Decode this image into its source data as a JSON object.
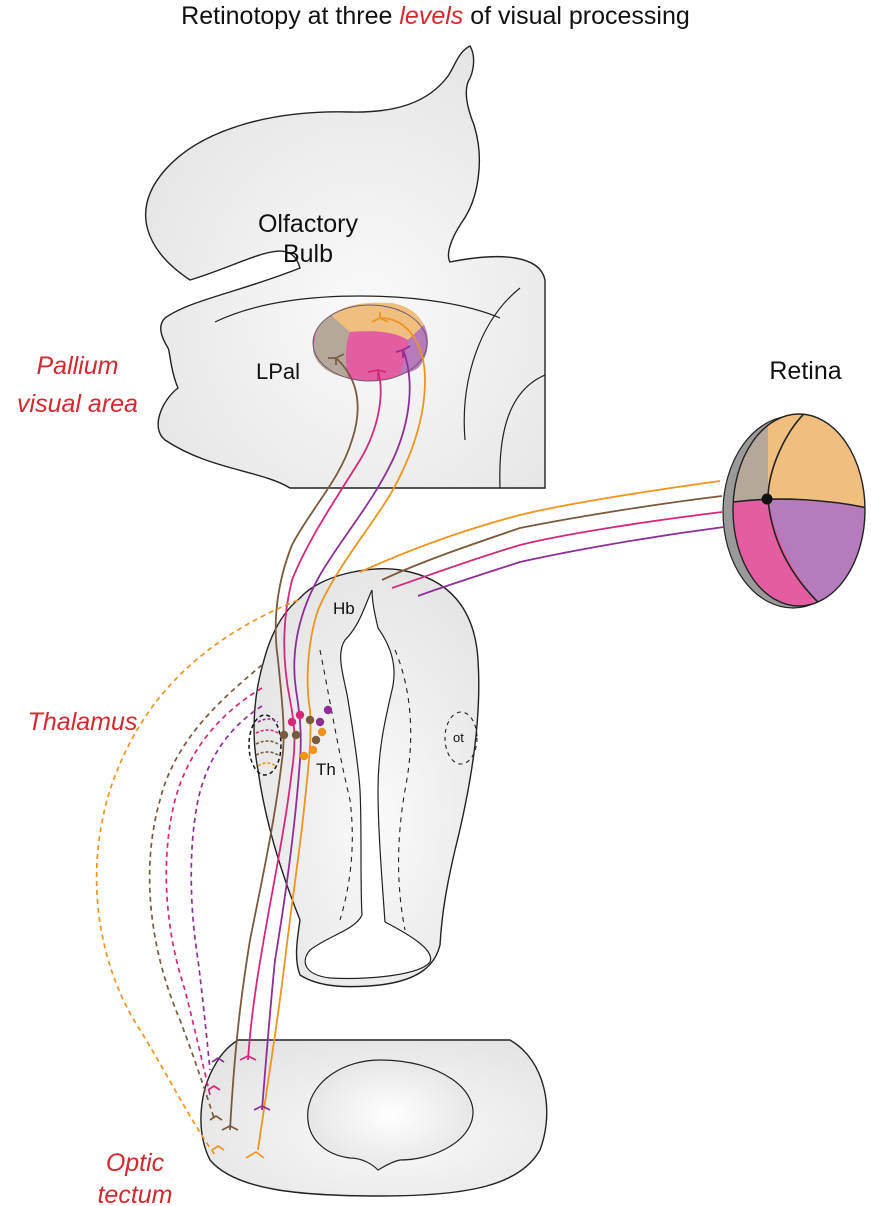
{
  "title": {
    "before": "Retinotopy at three ",
    "emphasis": "levels",
    "after": " of visual processing"
  },
  "regions": {
    "pallium_line1": "Pallium",
    "pallium_line2": "visual area",
    "thalamus": "Thalamus",
    "tectum_line1": "Optic",
    "tectum_line2": "tectum"
  },
  "labels": {
    "olfactory_line1": "Olfactory",
    "olfactory_line2": "Bulb",
    "lpal": "LPal",
    "retina": "Retina",
    "hb": "Hb",
    "th": "Th",
    "ot": "ot"
  },
  "colors": {
    "region_text": "#d12a2f",
    "brown": "#7a5a3c",
    "magenta": "#d6287a",
    "purple": "#8e2f95",
    "orange": "#f0941e",
    "tissue": "#e6e6e6",
    "retina_orange": "#f0bf80",
    "retina_tan": "#b5a89a",
    "retina_pink": "#e35ea0",
    "retina_purple": "#b57bbb"
  }
}
